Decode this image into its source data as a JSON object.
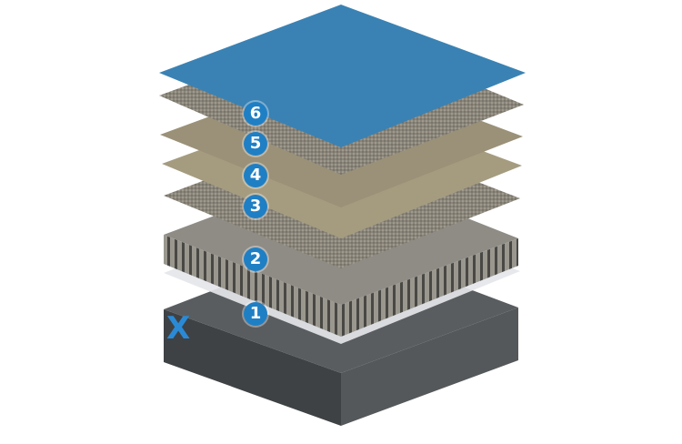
{
  "layers": [
    {
      "number": "1",
      "color": "#e6e8ec"
    },
    {
      "number": "2",
      "color": "#8d8b86"
    },
    {
      "number": "3",
      "color": "#a8a49e"
    },
    {
      "number": "4",
      "color": "#a89f84"
    },
    {
      "number": "5",
      "color": "#9e957c"
    },
    {
      "number": "6",
      "color": "#3a82b4"
    }
  ],
  "base": {
    "label": "X",
    "color": "#4b4e50"
  },
  "marker_color": "#1f7fc4"
}
